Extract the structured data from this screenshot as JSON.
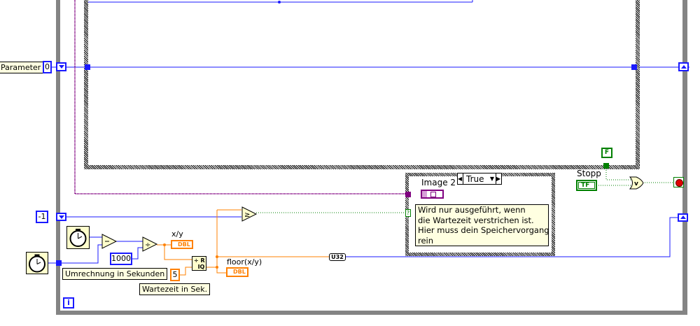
{
  "labels": {
    "parameter": "Parameter",
    "image2": "Image 2",
    "xy": "x/y",
    "floor": "floor(x/y)",
    "umrechnung": "Umrechnung in Sekunden",
    "wartezeit": "Wartezeit in Sek.",
    "stopp": "Stopp"
  },
  "constants": {
    "zero": "0",
    "minus_one": "-1",
    "thousand": "1000",
    "five": "5",
    "false_const": "F",
    "u32": "U32",
    "dbl": "DBL",
    "tf": "TF",
    "question": "?",
    "iteration": "i"
  },
  "case_structure": {
    "selector": "True",
    "comment_lines": [
      "Wird nur ausgeführt, wenn",
      "die Wartezeit verstrichen ist.",
      "Hier muss dein Speichervorgang",
      "rein"
    ]
  },
  "colors": {
    "numeric_int": "#1a1aff",
    "numeric_dbl": "#ff8000",
    "boolean": "#008000",
    "image": "#800080"
  }
}
